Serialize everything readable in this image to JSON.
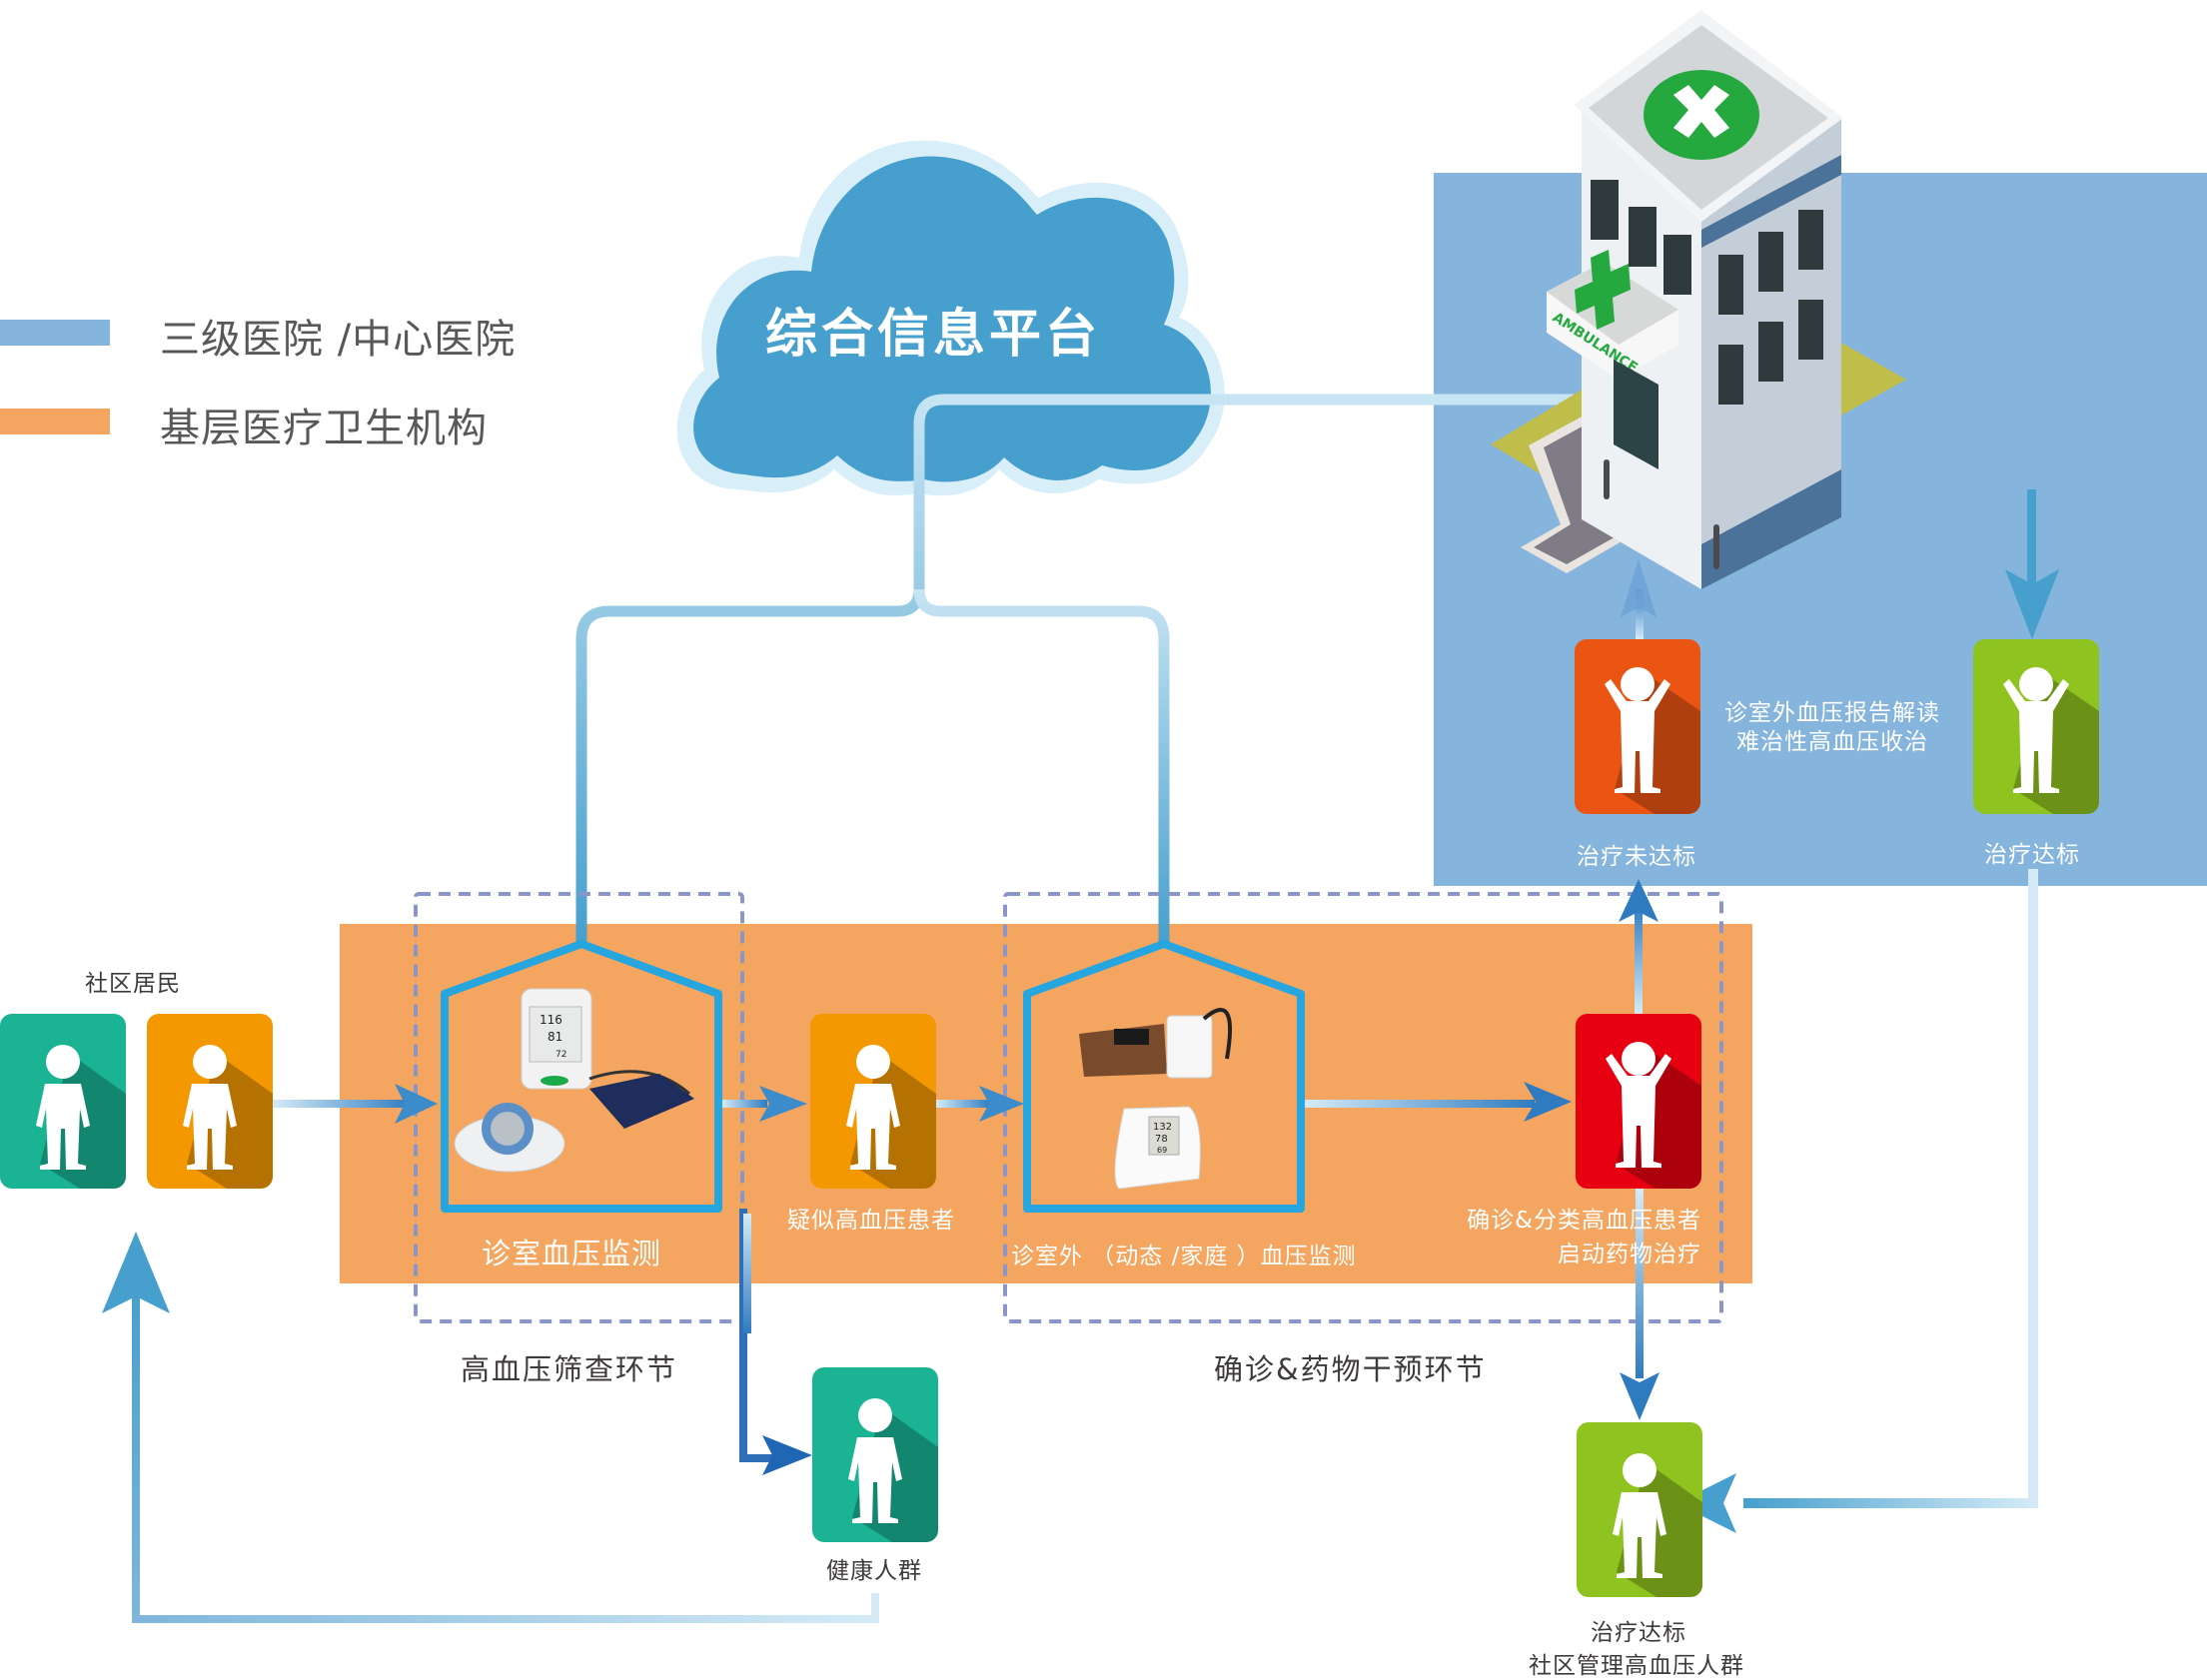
{
  "legend": [
    {
      "label": "三级医院 /中心医院",
      "color": "#85b4dc"
    },
    {
      "label": "基层医疗卫生机构",
      "color": "#f4a660"
    }
  ],
  "cloud": {
    "label": "综合信息平台",
    "color": "#469fcd",
    "outline": "#d8eef9"
  },
  "hospital": {
    "sign_text": "AMBULANCE",
    "roof_cross_color": "#25a93f"
  },
  "regions": {
    "tertiary_color": "#85b4dc",
    "primary_care_color": "#f4a660"
  },
  "stages": {
    "screening": "高血压筛查环节",
    "diagnosis": "确诊&药物干预环节"
  },
  "nodes": {
    "community_residents": {
      "label": "社区居民",
      "colors": [
        "#1ab394",
        "#f39800"
      ]
    },
    "office_bp": {
      "label": "诊室血压监测",
      "device_reading": [
        "116",
        "81",
        "72"
      ]
    },
    "suspected": {
      "label": "疑似高血压患者",
      "color": "#f39800"
    },
    "out_of_office_bp": {
      "label": "诊室外 （动态 /家庭 ）血压监测",
      "device_reading": [
        "132",
        "78",
        "69"
      ]
    },
    "confirmed": {
      "label_line1": "确诊&分类高血压患者",
      "label_line2": "启动药物治疗",
      "color": "#e60012"
    },
    "healthy": {
      "label": "健康人群",
      "color": "#1ab394"
    },
    "not_controlled": {
      "label": "治疗未达标",
      "color": "#ea5514"
    },
    "controlled_hospital": {
      "label": "治疗达标",
      "color": "#8fc31f"
    },
    "hospital_note": {
      "line1": "诊室外血压报告解读",
      "line2": "难治性高血压收治"
    },
    "controlled_community": {
      "label_line1": "治疗达标",
      "label_line2": "社区管理高血压人群",
      "color": "#8fc31f"
    }
  }
}
